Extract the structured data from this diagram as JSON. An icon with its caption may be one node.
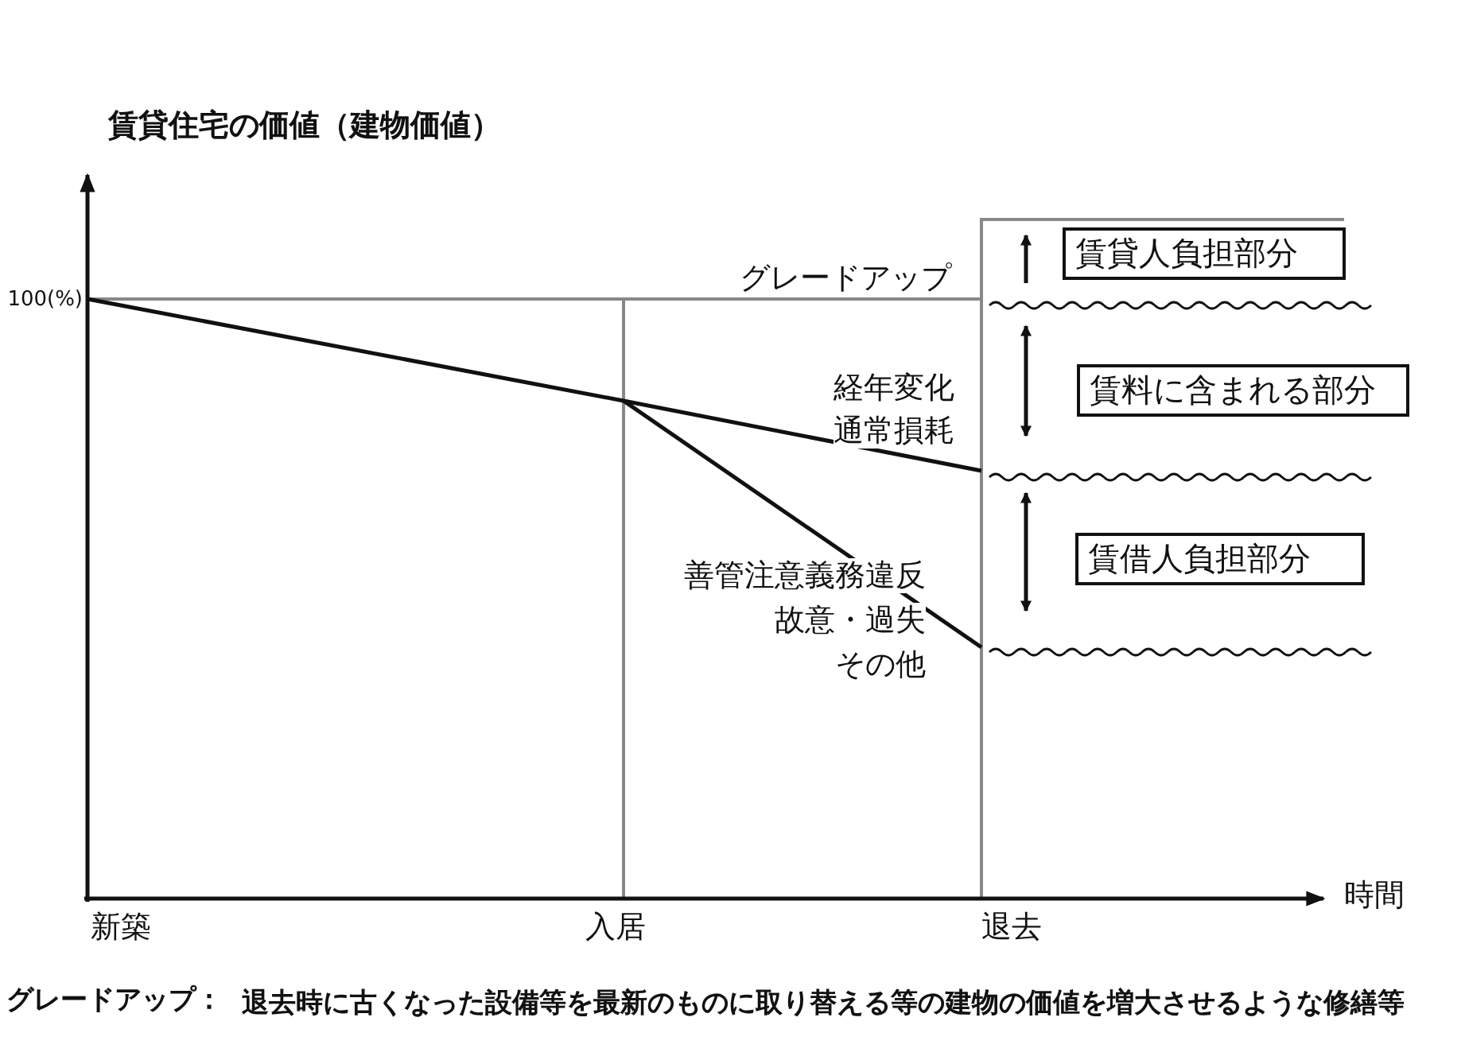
{
  "diagram": {
    "title": "賃貸住宅の価値（建物価値）",
    "nodes": [
      {
        "text": [
          "賃貸人負担部分"
        ]
      },
      {
        "text": [
          "賃料に含まれる部分"
        ]
      },
      {
        "text": [
          "賃借人負担部分"
        ]
      }
    ],
    "edges": [],
    "labels": [
      "100(%)",
      "グレードアップ",
      "経年変化",
      "通常損耗",
      "善管注意義務違反",
      "故意・過失",
      "その他",
      "時間",
      "新築",
      "入居",
      "退去",
      "グレードアップ：",
      "退去時に古くなった設備等を最新のものに取り替える等の建物の価値を増大させるような修繕等"
    ]
  }
}
